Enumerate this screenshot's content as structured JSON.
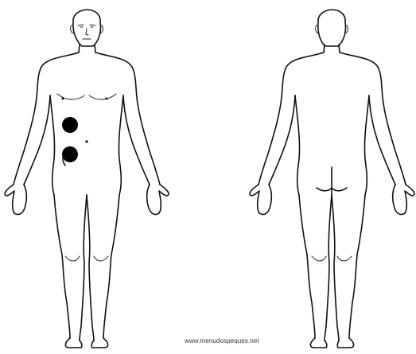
{
  "watermark": "www.menudospeques.net",
  "colors": {
    "outline": "#111111",
    "marker": "#000000",
    "background": "#ffffff"
  },
  "markers": [
    {
      "name": "marker-upper",
      "view": "front"
    },
    {
      "name": "marker-lower",
      "view": "front"
    }
  ]
}
